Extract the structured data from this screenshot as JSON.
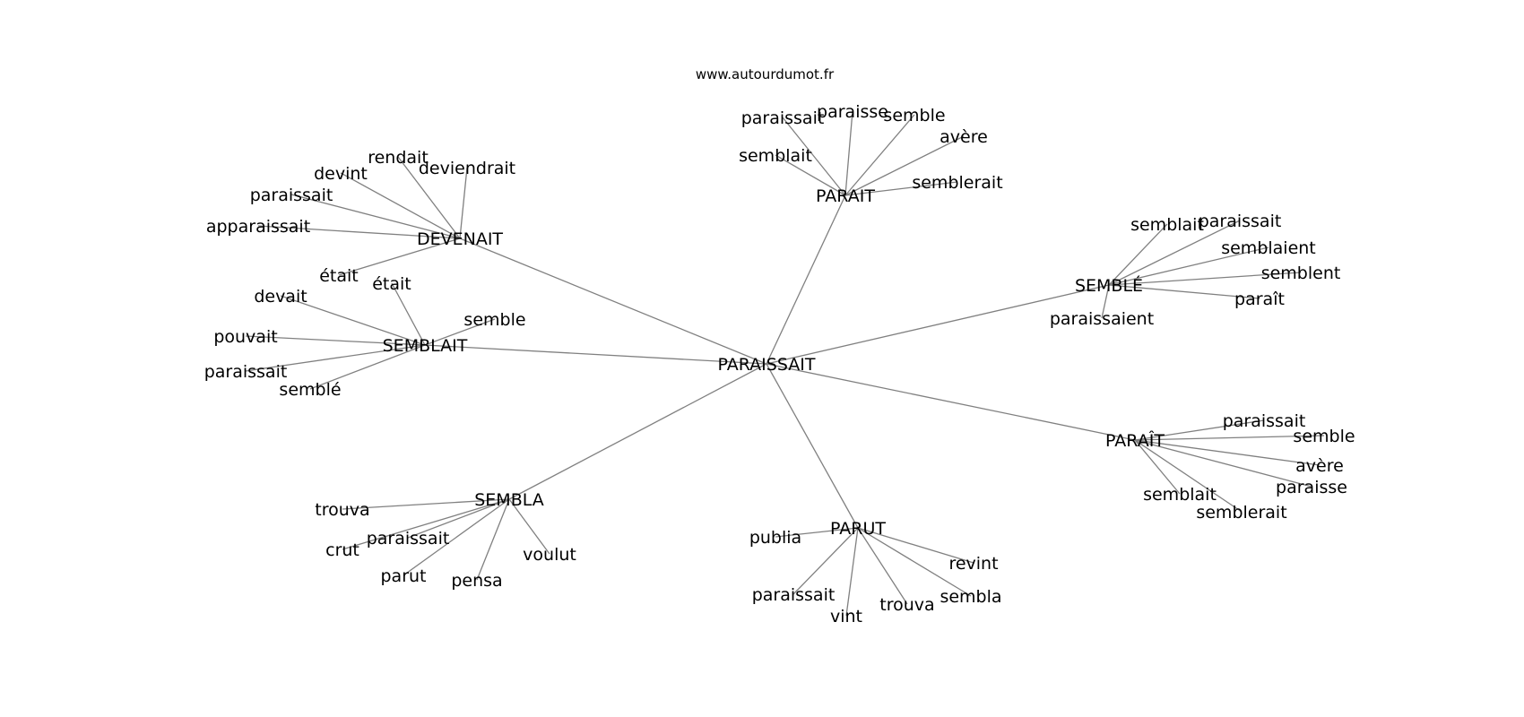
{
  "site": "www.autourdumot.fr",
  "graph": {
    "root": "PARAISSAIT",
    "groups": [
      {
        "hub": "PARAIT",
        "words": [
          "paraissait",
          "paraisse",
          "semble",
          "avère",
          "semblait",
          "semblerait"
        ]
      },
      {
        "hub": "DEVENAIT",
        "words": [
          "rendait",
          "devint",
          "deviendrait",
          "paraissait",
          "apparaissait",
          "était"
        ]
      },
      {
        "hub": "SEMBLAIT",
        "words": [
          "devait",
          "était",
          "semble",
          "pouvait",
          "paraissait",
          "semblé"
        ]
      },
      {
        "hub": "SEMBLÉ",
        "words": [
          "semblait",
          "paraissait",
          "semblaient",
          "semblent",
          "paraît",
          "paraissaient"
        ]
      },
      {
        "hub": "PARAÎT",
        "words": [
          "paraissait",
          "semble",
          "avère",
          "paraisse",
          "semblait",
          "semblerait"
        ]
      },
      {
        "hub": "SEMBLA",
        "words": [
          "trouva",
          "paraissait",
          "crut",
          "voulut",
          "parut",
          "pensa"
        ]
      },
      {
        "hub": "PARUT",
        "words": [
          "publia",
          "revint",
          "paraissait",
          "sembla",
          "trouva",
          "vint"
        ]
      }
    ]
  }
}
